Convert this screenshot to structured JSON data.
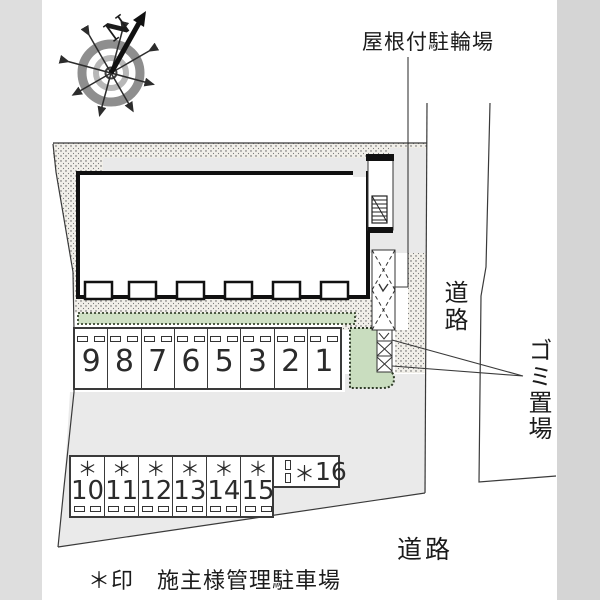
{
  "compass": {
    "north": "N"
  },
  "labels": {
    "covered_bicycle_parking": "屋根付駐輪場",
    "road_right": "道路",
    "road_bottom": "道路",
    "garbage_area": "ゴミ置場",
    "legend_note": "＊印　施主様管理駐車場"
  },
  "parking": {
    "row_main": {
      "spaces": [
        "9",
        "8",
        "7",
        "6",
        "5",
        "3",
        "2",
        "1"
      ]
    },
    "row_owner": {
      "mark": "＊",
      "spaces": [
        "10",
        "11",
        "12",
        "13",
        "14",
        "15"
      ]
    },
    "space16": {
      "mark": "＊",
      "number": "16"
    }
  },
  "colors": {
    "left_road_band": "#dedede",
    "right_road_band": "#d5d5d5",
    "paved_apron": "#e9e9e9",
    "gravel_stipple_bg": "#f1efe9",
    "hedge_green": "#cfe0c4",
    "garbage_green": "#c9ddbf",
    "line": "#3a3a3a"
  }
}
